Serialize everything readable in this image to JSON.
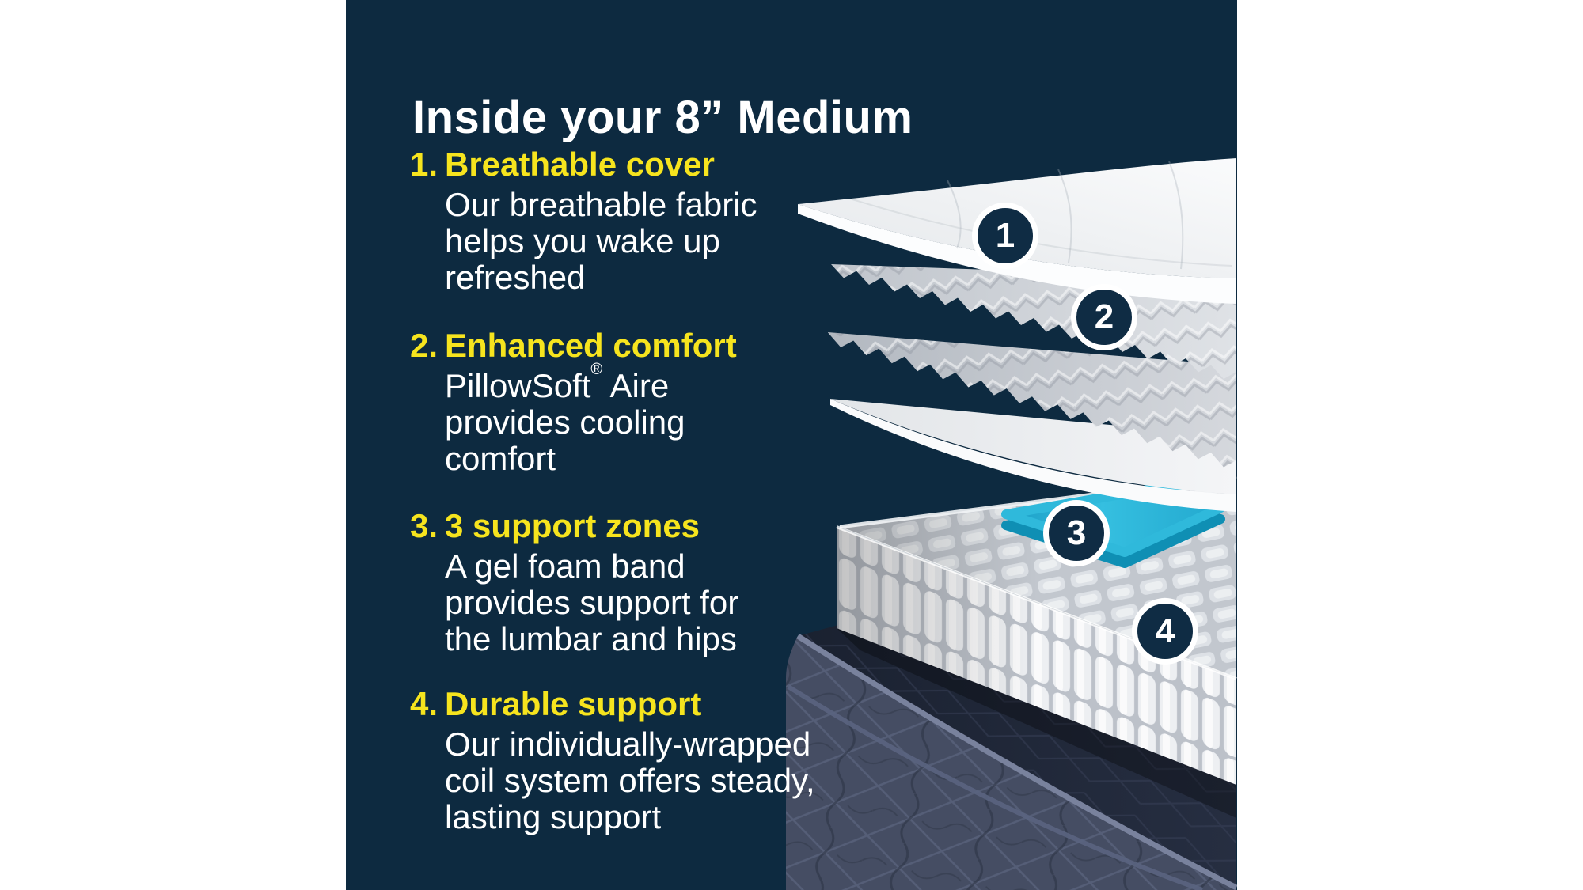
{
  "title": "Inside your 8” Medium",
  "colors": {
    "canvas_background": "#ffffff",
    "panel_navy": "#0d2a40",
    "accent_yellow": "#f6e41e",
    "text_white": "#ffffff",
    "badge_navy": "#0f2c44",
    "gel_cyan": "#2ab5d8",
    "foam_gray": "#c9cdd3",
    "base_slate": "#454d63"
  },
  "sections": [
    {
      "number": "1.",
      "heading": "Breathable cover",
      "lines": [
        "Our breathable fabric",
        "helps you wake up",
        "refreshed"
      ]
    },
    {
      "number": "2.",
      "heading": "Enhanced comfort",
      "line1": {
        "text": "PillowSoft",
        "sup": "®",
        "tail": " Aire"
      },
      "lines": [
        "provides cooling",
        "comfort"
      ]
    },
    {
      "number": "3.",
      "heading": "3 support zones",
      "lines": [
        "A gel foam band",
        "provides support for",
        "the lumbar and hips"
      ]
    },
    {
      "number": "4.",
      "heading": "Durable support",
      "lines": [
        "Our individually-wrapped",
        "coil system offers steady,",
        "lasting support"
      ]
    }
  ],
  "callouts": [
    {
      "number": "1",
      "layer": "quilted-breathable-cover"
    },
    {
      "number": "2",
      "layer": "convoluted-comfort-foam"
    },
    {
      "number": "3",
      "layer": "gel-foam-band"
    },
    {
      "number": "4",
      "layer": "pocketed-coil-unit"
    }
  ],
  "illustration": {
    "layers": [
      "quilted-breathable-cover",
      "convoluted-foam-layer-upper",
      "convoluted-foam-layer-lower",
      "transition-foam-layer",
      "gel-foam-band",
      "pocketed-coil-unit",
      "quilted-foundation-base"
    ]
  }
}
